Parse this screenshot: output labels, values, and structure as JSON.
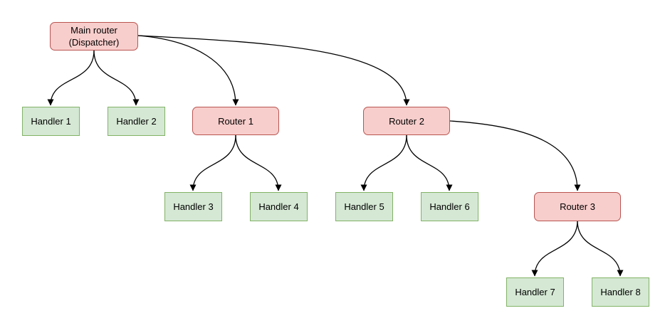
{
  "diagram": {
    "type": "flowchart-tree",
    "nodes": {
      "main": {
        "kind": "router",
        "label_line1": "Main router",
        "label_line2": "(Dispatcher)"
      },
      "handler1": {
        "kind": "handler",
        "label": "Handler 1"
      },
      "handler2": {
        "kind": "handler",
        "label": "Handler 2"
      },
      "router1": {
        "kind": "router",
        "label": "Router 1"
      },
      "router2": {
        "kind": "router",
        "label": "Router 2"
      },
      "handler3": {
        "kind": "handler",
        "label": "Handler 3"
      },
      "handler4": {
        "kind": "handler",
        "label": "Handler 4"
      },
      "handler5": {
        "kind": "handler",
        "label": "Handler 5"
      },
      "handler6": {
        "kind": "handler",
        "label": "Handler 6"
      },
      "router3": {
        "kind": "router",
        "label": "Router 3"
      },
      "handler7": {
        "kind": "handler",
        "label": "Handler 7"
      },
      "handler8": {
        "kind": "handler",
        "label": "Handler 8"
      }
    },
    "edges": [
      {
        "from": "main",
        "to": "handler1"
      },
      {
        "from": "main",
        "to": "handler2"
      },
      {
        "from": "main",
        "to": "router1"
      },
      {
        "from": "main",
        "to": "router2"
      },
      {
        "from": "router1",
        "to": "handler3"
      },
      {
        "from": "router1",
        "to": "handler4"
      },
      {
        "from": "router2",
        "to": "handler5"
      },
      {
        "from": "router2",
        "to": "handler6"
      },
      {
        "from": "router2",
        "to": "router3"
      },
      {
        "from": "router3",
        "to": "handler7"
      },
      {
        "from": "router3",
        "to": "handler8"
      }
    ]
  },
  "colors": {
    "router_fill": "#f8cecc",
    "router_stroke": "#b85450",
    "handler_fill": "#d5e8d4",
    "handler_stroke": "#82b366",
    "edge_stroke": "#000000",
    "text": "#000000",
    "background": "#ffffff"
  }
}
